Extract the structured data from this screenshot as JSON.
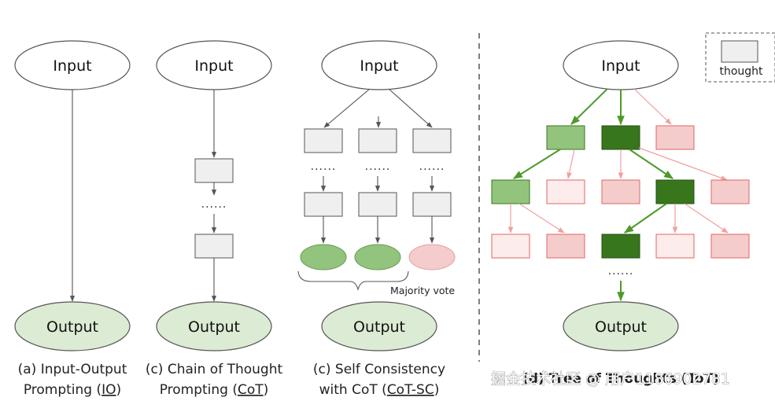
{
  "labels": {
    "input": "Input",
    "output": "Output",
    "thought": "thought",
    "dots": "......",
    "majority_vote": "Majority vote"
  },
  "captions": {
    "io_line1": "(a) Input-Output",
    "io_line2_prefix": "Prompting (",
    "io_abbr": "IO",
    "io_line2_suffix": ")",
    "cot_line1": "(c) Chain of Thought",
    "cot_line2_prefix": "Prompting (",
    "cot_abbr": "CoT",
    "cot_line2_suffix": ")",
    "sc_line1": "(c) Self Consistency",
    "sc_line2_prefix": "with CoT (",
    "sc_abbr": "CoT-SC",
    "sc_line2_suffix": ")",
    "tot_line1": "(d) Tree of Thoughts (ToT)"
  },
  "watermark": "掘金技术社区 @ 用户1186902781",
  "colors": {
    "input_fill": "#ffffff",
    "output_fill": "#dcebd3",
    "thought_fill": "#efefef",
    "light_green": "#93c47d",
    "dark_green": "#38761d",
    "light_red": "#f4cccc",
    "faint_red": "#fcecec",
    "red_stroke": "#e06666",
    "selected_edge": "#4e9a2a",
    "pruned_edge": "#f0a0a0",
    "line": "#555555"
  }
}
